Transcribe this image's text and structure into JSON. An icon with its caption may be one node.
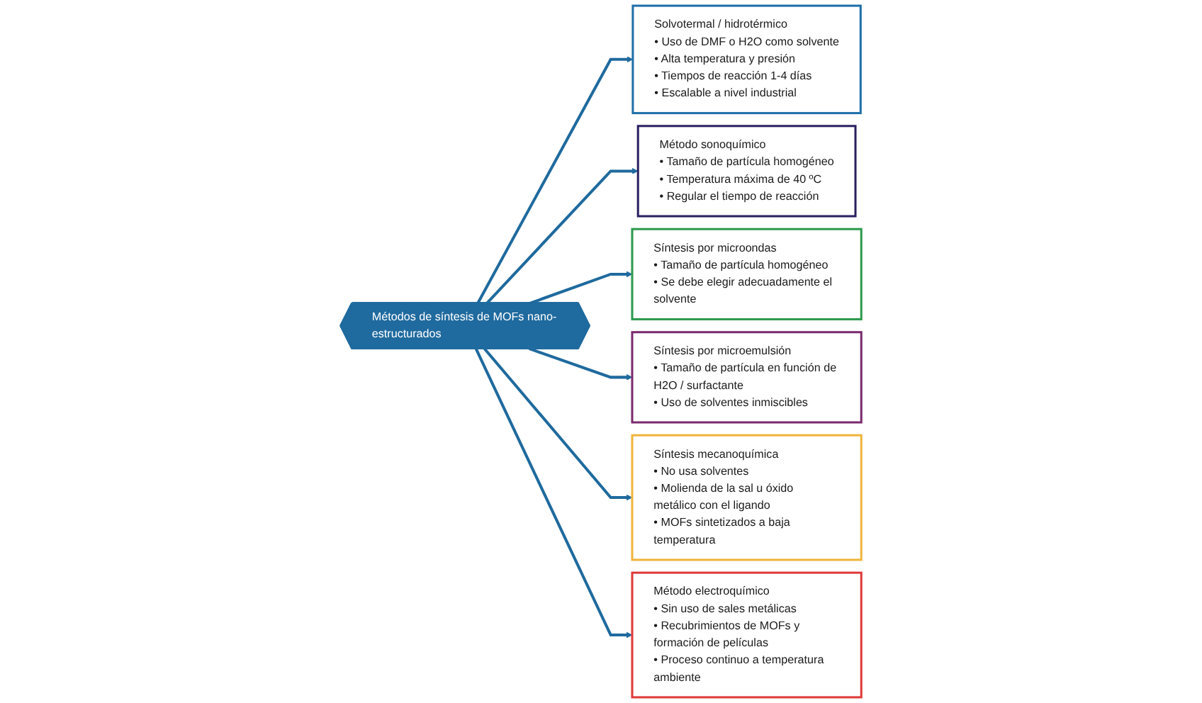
{
  "diagram": {
    "nodes": [
      {
        "text": [
          "Solvotermal / hidrotérmico",
          "• Uso de DMF o H2O como solvente",
          "• Alta temperatura y presión",
          "• Tiempos de reacción 1-4 días",
          "• Escalable a nivel industrial"
        ]
      },
      {
        "text": [
          "Método sonoquímico",
          "• Tamaño de partícula homogéneo",
          "• Temperatura máxima de 40 ºC",
          "• Regular el tiempo de reacción"
        ]
      },
      {
        "text": [
          "Síntesis por microondas",
          "• Tamaño de partícula homogéneo",
          "• Se debe elegir adecuadamente el solvente"
        ]
      },
      {
        "text": [
          "Métodos de síntesis de MOFs nano-estructurados"
        ]
      },
      {
        "text": [
          "Síntesis por microemulsión",
          "• Tamaño de partícula en función de H2O / surfactante",
          "• Uso de solventes inmiscibles"
        ]
      },
      {
        "text": [
          "Síntesis mecanoquímica",
          "• No usa solventes",
          "• Molienda de la sal u óxido metálico con el ligando",
          "• MOFs sintetizados a baja temperatura"
        ]
      },
      {
        "text": [
          "Método electroquímico",
          "• Sin uso de sales metálicas",
          "• Recubrimientos de MOFs y formación de películas",
          "• Proceso continuo a temperatura ambiente"
        ]
      }
    ],
    "edges": [
      {
        "from": 3,
        "to": 0,
        "arrow": "to"
      },
      {
        "from": 3,
        "to": 1,
        "arrow": "to"
      },
      {
        "from": 3,
        "to": 2,
        "arrow": "to"
      },
      {
        "from": 3,
        "to": 4,
        "arrow": "to"
      },
      {
        "from": 3,
        "to": 5,
        "arrow": "to"
      },
      {
        "from": 3,
        "to": 6,
        "arrow": "to"
      }
    ]
  }
}
